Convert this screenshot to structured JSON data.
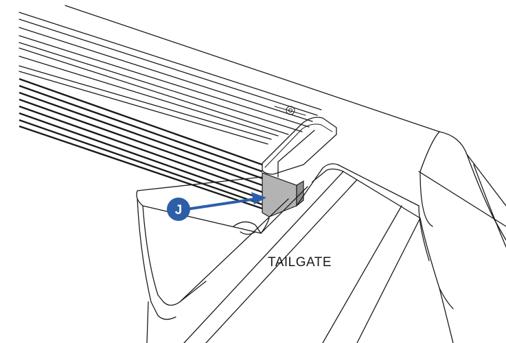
{
  "callout": {
    "letter": "J",
    "color": "#2e5ea8"
  },
  "label": {
    "text": "TAILGATE"
  },
  "highlight_color": "#b3b3b3",
  "arrow_color": "#2e5ea8",
  "icons": [
    "callout-j-marker",
    "pointer-arrow"
  ]
}
